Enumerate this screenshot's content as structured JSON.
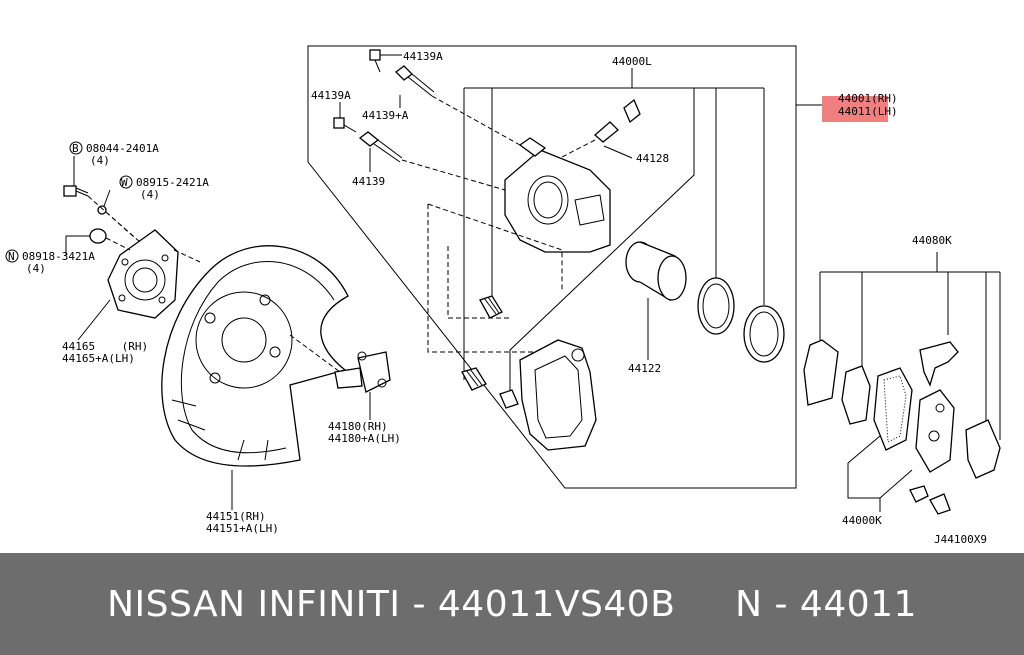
{
  "diagram": {
    "labels": {
      "p44139a_top": "44139A",
      "p44139a_left": "44139A",
      "p44139_plus_a": "44139+A",
      "p44139": "44139",
      "p44000l": "44000L",
      "p44001_rh": "44001(RH)",
      "p44011_lh": "44011(LH)",
      "p44128": "44128",
      "p08044": "08044-2401A",
      "p08044_qty": "(4)",
      "p08915": "08915-2421A",
      "p08915_qty": "(4)",
      "p08918": "08918-3421A",
      "p08918_qty": "(4)",
      "p44165": "44165    (RH)",
      "p44165_a": "44165+A(LH)",
      "p44122": "44122",
      "p44180_rh": "44180(RH)",
      "p44180_lh": "44180+A(LH)",
      "p44151_rh": "44151(RH)",
      "p44151_lh": "44151+A(LH)",
      "p44080k": "44080K",
      "p44000k": "44000K",
      "code": "J44100X9"
    },
    "markers": {
      "b": "B",
      "w": "W",
      "n": "N"
    },
    "highlight_color": "#f08080"
  },
  "footer": {
    "text": "NISSAN INFINITI - 44011VS40B     N - 44011"
  }
}
